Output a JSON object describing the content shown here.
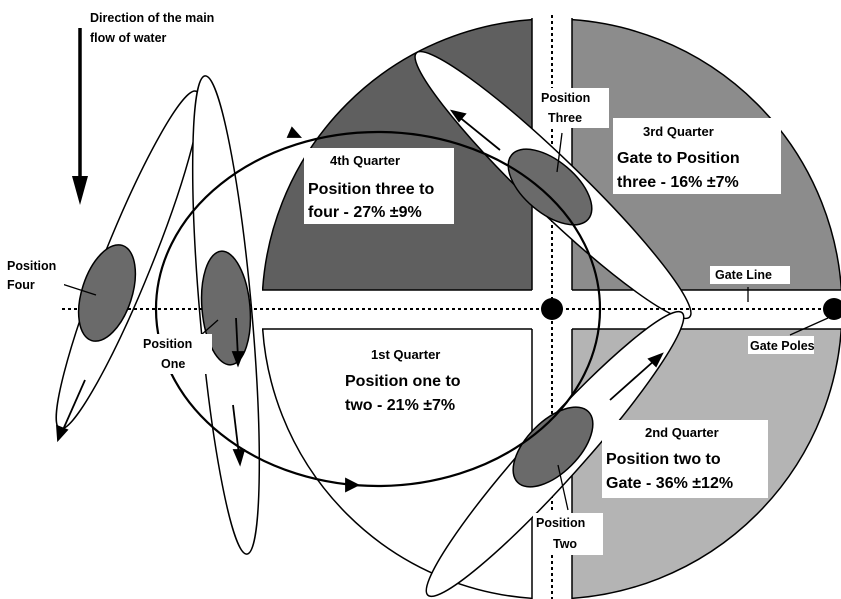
{
  "flow_label": {
    "line1": "Direction of the main",
    "line2": "flow of water"
  },
  "positions": {
    "one": {
      "line1": "Position",
      "line2": "One"
    },
    "two": {
      "line1": "Position",
      "line2": "Two"
    },
    "three": {
      "line1": "Position",
      "line2": "Three"
    },
    "four": {
      "line1": "Position",
      "line2": "Four"
    }
  },
  "quarters": {
    "first": {
      "title": "1st Quarter",
      "line1": "Position one to",
      "line2": "two - 21% ±7%"
    },
    "second": {
      "title": "2nd Quarter",
      "line1": "Position two to",
      "line2": "Gate - 36% ±12%"
    },
    "third": {
      "title": "3rd Quarter",
      "line1": "Gate to Position",
      "line2": "three - 16% ±7%"
    },
    "fourth": {
      "title": "4th Quarter",
      "line1": "Position three to",
      "line2": "four - 27% ±9%"
    }
  },
  "gate_line_label": "Gate Line",
  "gate_poles_label": "Gate Poles",
  "colors": {
    "quarter_first": "#ffffff",
    "quarter_second": "#b4b4b4",
    "quarter_third": "#8c8c8c",
    "quarter_fourth": "#5f5f5f",
    "boat_fill": "#ffffff",
    "paddler_fill": "#6a6a6a",
    "outline": "#000000"
  }
}
